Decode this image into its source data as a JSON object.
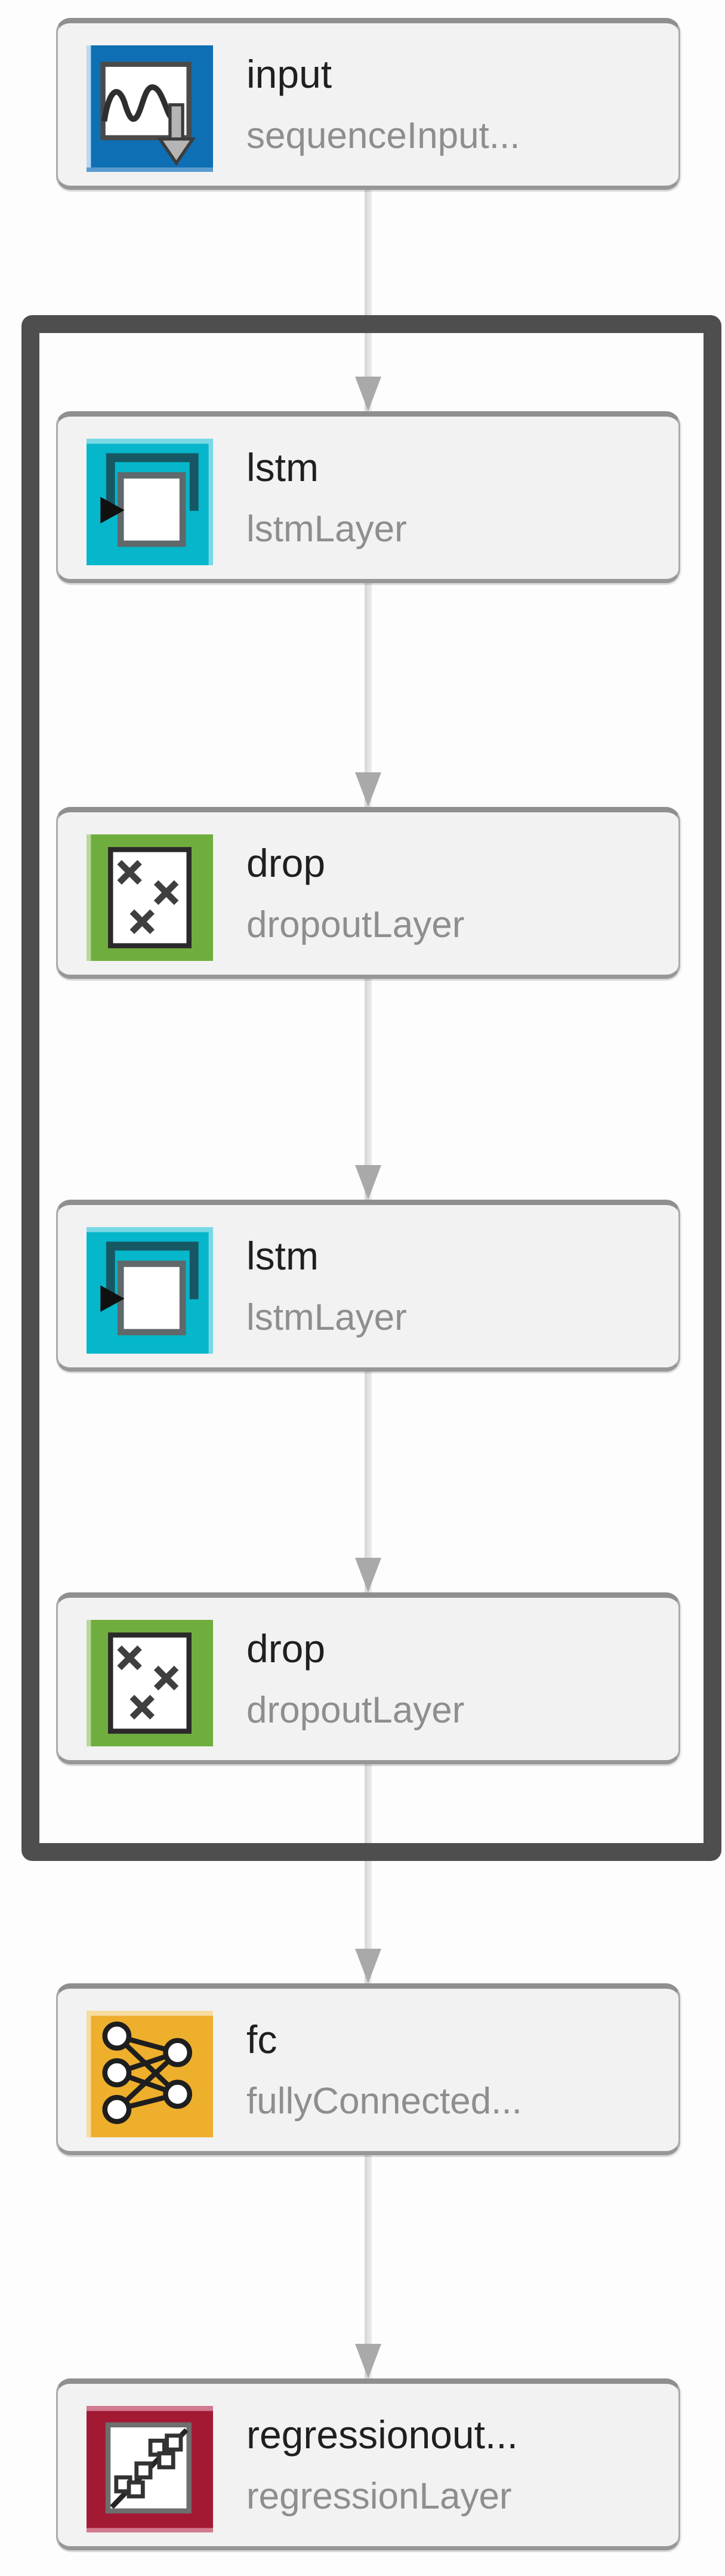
{
  "diagram": {
    "background_color": "#fdfdfd",
    "group": {
      "border_color": "#4e4e4e",
      "contains": [
        "lstm",
        "drop",
        "lstm",
        "drop"
      ]
    },
    "connection_color": "#d9d9d9",
    "arrowhead_color": "#a9a9a9",
    "blocks": [
      {
        "name": "input",
        "type": "sequenceInput...",
        "icon": "sequence-input-icon",
        "color": "#0e6fb4",
        "in_group": false
      },
      {
        "name": "lstm",
        "type": "lstmLayer",
        "icon": "lstm-icon",
        "color": "#06b6ca",
        "in_group": true
      },
      {
        "name": "drop",
        "type": "dropoutLayer",
        "icon": "dropout-icon",
        "color": "#70ad3f",
        "in_group": true
      },
      {
        "name": "lstm",
        "type": "lstmLayer",
        "icon": "lstm-icon",
        "color": "#06b6ca",
        "in_group": true
      },
      {
        "name": "drop",
        "type": "dropoutLayer",
        "icon": "dropout-icon",
        "color": "#70ad3f",
        "in_group": true
      },
      {
        "name": "fc",
        "type": "fullyConnected...",
        "icon": "fully-connected-icon",
        "color": "#eeaf2c",
        "in_group": false
      },
      {
        "name": "regressionout...",
        "type": "regressionLayer",
        "icon": "regression-icon",
        "color": "#a31934",
        "in_group": false
      }
    ],
    "connections": [
      {
        "from": "input",
        "to": "lstm"
      },
      {
        "from": "lstm",
        "to": "drop"
      },
      {
        "from": "drop",
        "to": "lstm"
      },
      {
        "from": "lstm",
        "to": "drop"
      },
      {
        "from": "drop",
        "to": "fc"
      },
      {
        "from": "fc",
        "to": "regressionout..."
      }
    ]
  }
}
